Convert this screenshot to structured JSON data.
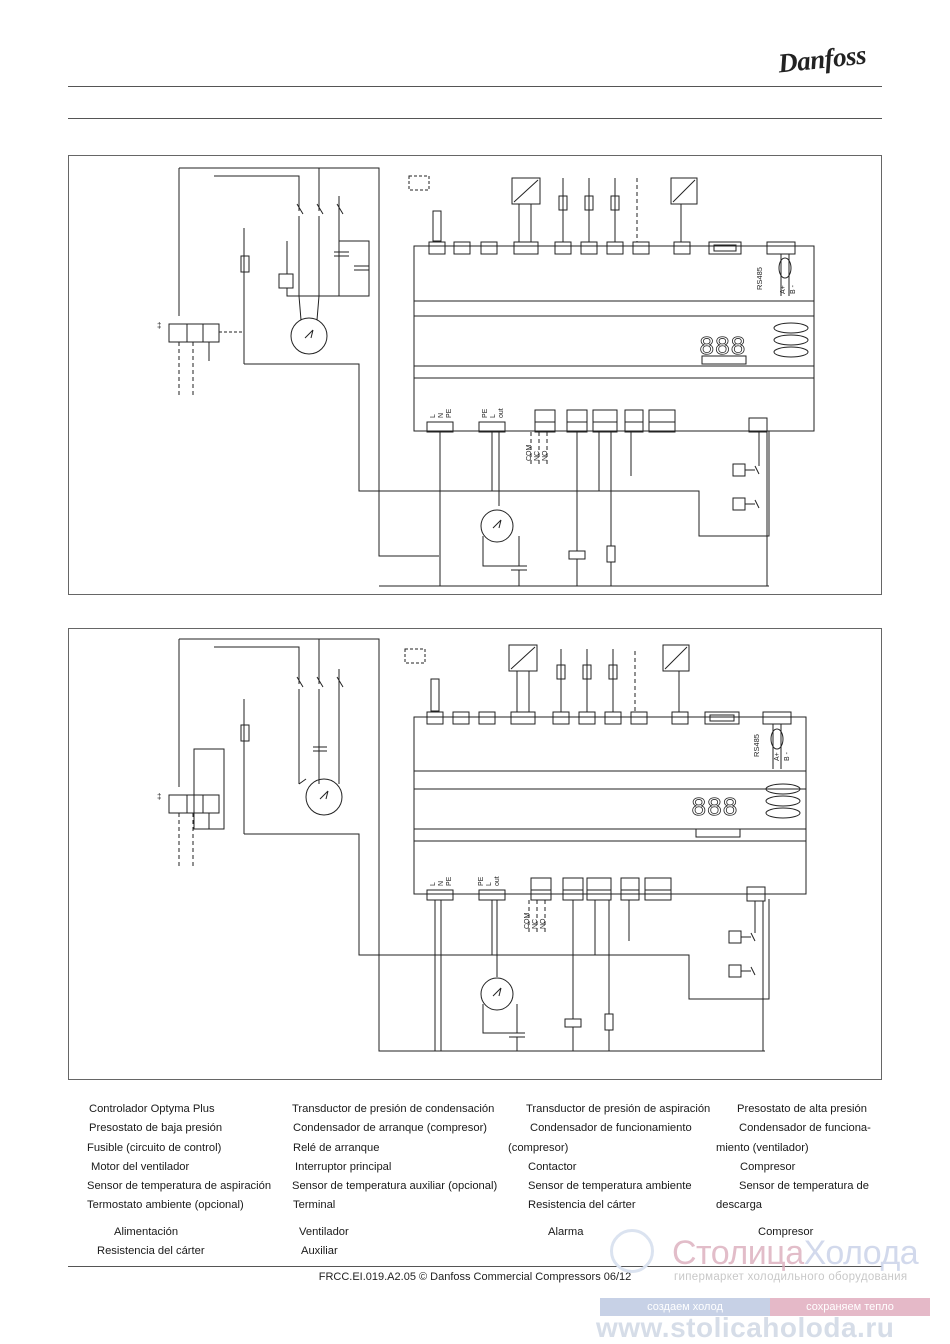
{
  "header": {
    "brand": "Danfoss"
  },
  "diagram_top": {
    "rs485_label": "RS485",
    "bus_labels": [
      "A+",
      "B -"
    ],
    "supply_labels": [
      "L",
      "N",
      "PE"
    ],
    "fan_labels": [
      "PE",
      "L",
      "out"
    ],
    "relay_labels": [
      "COM",
      "NC",
      "NO"
    ]
  },
  "diagram_bottom": {
    "rs485_label": "RS485",
    "bus_labels": [
      "A+",
      "B -"
    ],
    "supply_labels": [
      "L",
      "N",
      "PE"
    ],
    "fan_labels": [
      "PE",
      "L",
      "out"
    ],
    "relay_labels": [
      "COM",
      "NC",
      "NO"
    ]
  },
  "legend": {
    "row1": [
      "Controlador Optyma Plus",
      "Transductor de presión de condensación",
      "Transductor de presión de aspiración",
      "Presostato de alta presión"
    ],
    "row2": [
      "Presostato de baja presión",
      "Condensador de arranque (compresor)",
      "Condensador de funcionamiento",
      "Condensador de funciona-"
    ],
    "row3": [
      "Fusible (circuito de control)",
      "Relé de arranque",
      "(compresor)",
      "miento (ventilador)"
    ],
    "row4": [
      "Motor del ventilador",
      "Interruptor principal",
      "Contactor",
      "Compresor"
    ],
    "row5": [
      "Sensor de temperatura de aspiración",
      "Sensor de temperatura auxiliar (opcional)",
      "Sensor de temperatura ambiente",
      "Sensor de temperatura de"
    ],
    "row6": [
      "Termostato ambiente (opcional)",
      "Terminal",
      "Resistencia del cárter",
      "descarga"
    ],
    "groups1": [
      "Alimentación",
      "Ventilador",
      "Alarma",
      "Compresor"
    ],
    "groups2": [
      "Resistencia del cárter",
      "Auxiliar"
    ]
  },
  "footer": {
    "text": "FRCC.EI.019.A2.05 © Danfoss Commercial Compressors 06/12"
  },
  "watermark": {
    "title_a": "Столица",
    "title_b": "Холода",
    "subtitle": "гипермаркет холодильного оборудования",
    "bar_left": "создаем холод",
    "bar_right": "сохраняем тепло",
    "url": "www.stolicaholoda.ru"
  }
}
